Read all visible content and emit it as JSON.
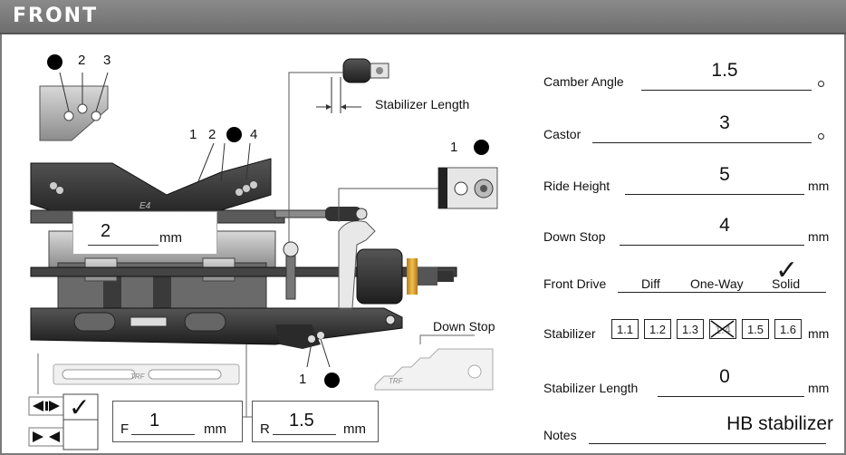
{
  "header": {
    "title": "FRONT"
  },
  "diagram": {
    "top_holes": [
      "2",
      "3"
    ],
    "arm_holes": [
      "1",
      "2",
      "4"
    ],
    "upright_holes": [
      "1"
    ],
    "lower_holes": [
      "1"
    ],
    "stabilizer_length_label": "Stabilizer Length",
    "down_stop_label": "Down Stop",
    "chassis_logo": "E4",
    "brand_mark": "TRF",
    "body_mount_height": {
      "value": "2",
      "unit": "mm"
    },
    "toggle_checked": "✓",
    "front_box": {
      "prefix": "F",
      "value": "1",
      "unit": "mm"
    },
    "rear_box": {
      "prefix": "R",
      "value": "1.5",
      "unit": "mm"
    }
  },
  "form": {
    "camber": {
      "label": "Camber Angle",
      "value": "1.5"
    },
    "castor": {
      "label": "Castor",
      "value": "3"
    },
    "ride_height": {
      "label": "Ride Height",
      "value": "5",
      "unit": "mm"
    },
    "down_stop": {
      "label": "Down Stop",
      "value": "4",
      "unit": "mm"
    },
    "front_drive": {
      "label": "Front Drive",
      "options": [
        "Diff",
        "One-Way",
        "Solid"
      ],
      "selected_mark": "✓"
    },
    "stabilizer": {
      "label": "Stabilizer",
      "options": [
        "1.1",
        "1.2",
        "1.3",
        "1.4",
        "1.5",
        "1.6"
      ],
      "unit": "mm"
    },
    "stabilizer_length": {
      "label": "Stabilizer Length",
      "value": "0",
      "unit": "mm"
    },
    "notes": {
      "label": "Notes",
      "value": "HB stabilizer"
    }
  }
}
